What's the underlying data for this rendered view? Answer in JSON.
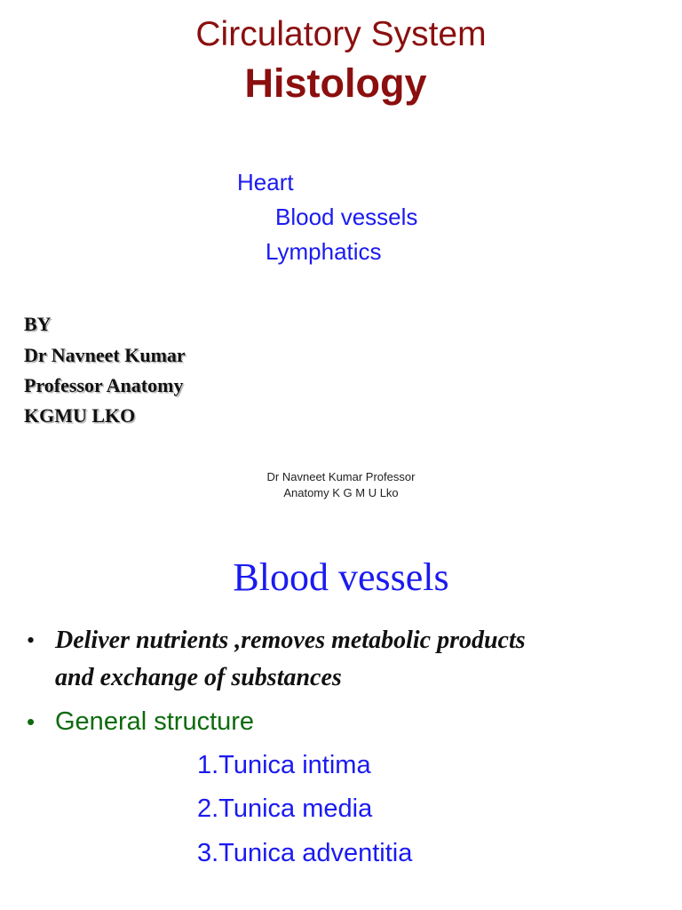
{
  "slide1": {
    "title_line1": "Circulatory System",
    "title_line2": "Histology",
    "topics": [
      "Heart",
      "Blood vessels",
      "Lymphatics"
    ],
    "author_lines": [
      "BY",
      "Dr Navneet Kumar",
      "Professor Anatomy",
      "KGMU LKO"
    ],
    "footer_line1": "Dr Navneet Kumar Professor",
    "footer_line2": "Anatomy K G M U Lko"
  },
  "slide2": {
    "title": "Blood vessels",
    "bullet_symbol": "•",
    "bullet1_line1": "Deliver nutrients ,removes metabolic products",
    "bullet1_line2": "and exchange of substances",
    "bullet2": "General structure",
    "layers": [
      "1.Tunica intima",
      "2.Tunica media",
      "3.Tunica adventitia"
    ]
  },
  "colors": {
    "title_red": "#8b0f0f",
    "blue": "#1a1af0",
    "green": "#0d6b0d",
    "text": "#111111"
  }
}
